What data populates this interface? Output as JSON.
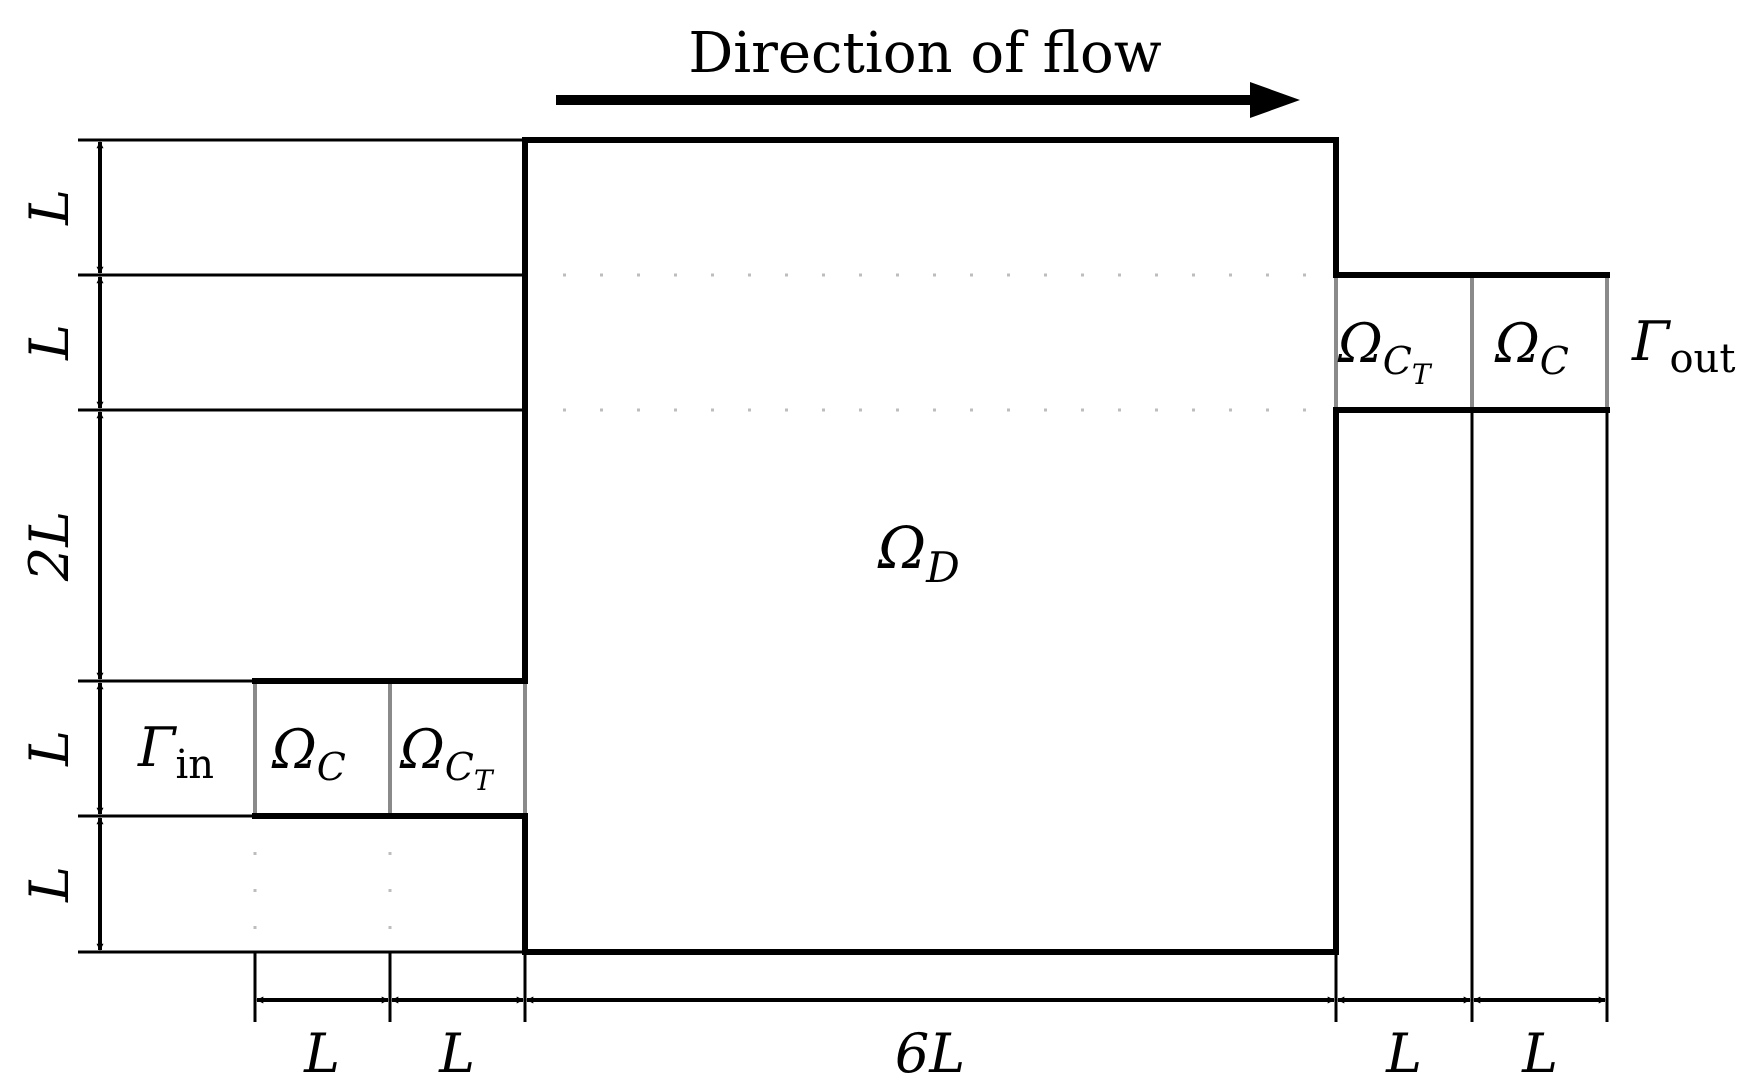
{
  "title": "Direction of flow",
  "regions": {
    "domain": {
      "main": "Ω",
      "sub": "D"
    },
    "channel": {
      "main": "Ω",
      "sub": "C"
    },
    "transition": {
      "main": "Ω",
      "sub": "C",
      "subsub": "T"
    }
  },
  "boundaries": {
    "inlet": {
      "main": "Γ",
      "sub": "in"
    },
    "outlet": {
      "main": "Γ",
      "sub": "out"
    }
  },
  "vertical_dims": [
    "L",
    "L",
    "2L",
    "L",
    "L"
  ],
  "horizontal_dims": [
    "L",
    "L",
    "6L",
    "L",
    "L"
  ],
  "colors": {
    "walls": "#000000",
    "interfaces": "#8a8a8a",
    "extensions": "#bdbdbd"
  }
}
